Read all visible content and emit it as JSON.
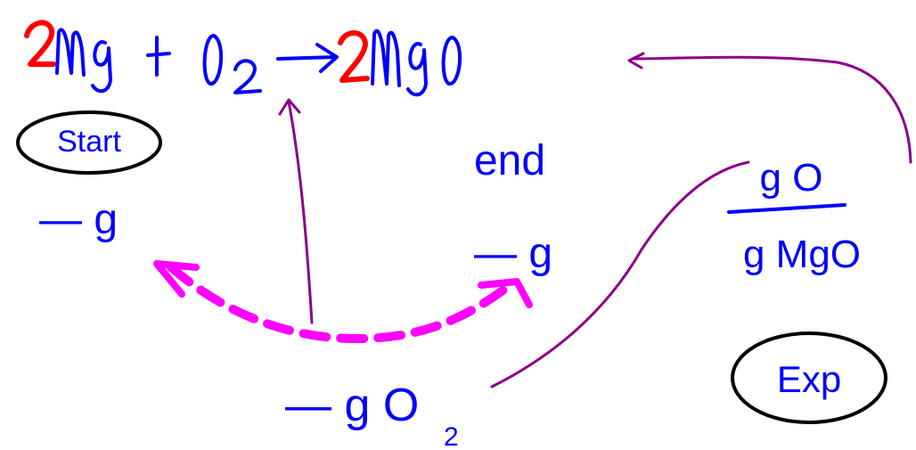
{
  "equation": {
    "reactant_1_coefficient": "2",
    "reactant_1": "Mg",
    "plus": "+",
    "reactant_2": "O",
    "reactant_2_subscript": "2",
    "arrow": "→",
    "product_coefficient": "2",
    "product": "MgO"
  },
  "labels": {
    "start": "Start",
    "end": "end",
    "start_mass": "— g",
    "end_mass": "— g",
    "oxygen_mass": "— g O",
    "oxygen_subscript": "2",
    "ratio_numerator": "g O",
    "ratio_denominator": "g MgO",
    "exp": "Exp"
  },
  "colors": {
    "ink": "#0000ff",
    "coefficient": "#ff0000",
    "connector": "#8b008b",
    "difference_arrow": "#ff00ff"
  }
}
